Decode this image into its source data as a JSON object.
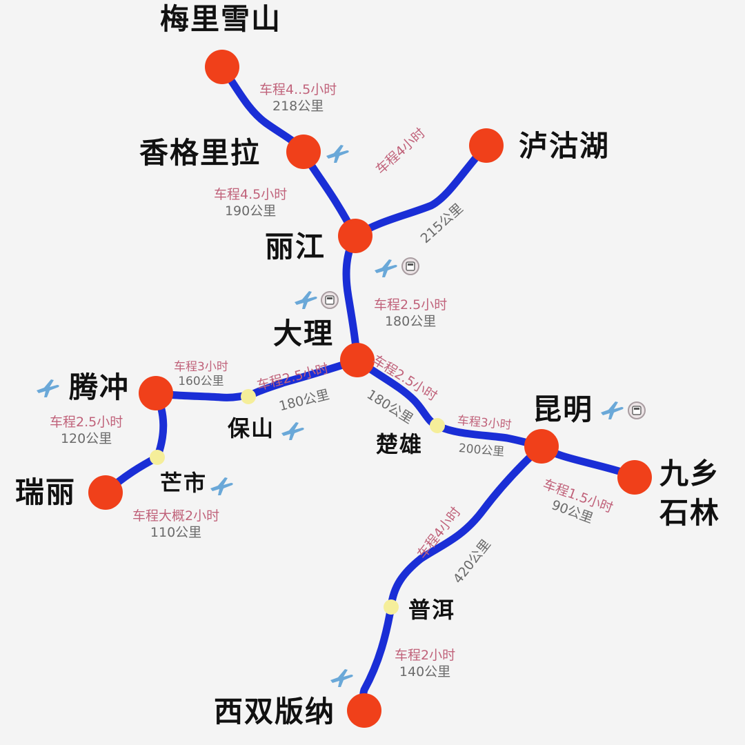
{
  "map": {
    "colors": {
      "background": "#f4f4f4",
      "route": "#1a2ed6",
      "major_city_dot": "#f0401a",
      "minor_city_dot": "#f5ee9a",
      "time_text": "#c0627a",
      "distance_text": "#6a6a6a",
      "plane_icon": "#6aa8d8"
    },
    "cities": {
      "meili": "梅里雪山",
      "shangrila": "香格里拉",
      "lugu": "泸沽湖",
      "lijiang": "丽江",
      "dali": "大理",
      "tengchong": "腾冲",
      "baoshan": "保山",
      "ruili": "瑞丽",
      "mangshi": "芒市",
      "chuxiong": "楚雄",
      "kunming": "昆明",
      "jiuxiang_1": "九乡",
      "jiuxiang_2": "石林",
      "puer": "普洱",
      "xishuangbanna": "西双版纳"
    },
    "routes": {
      "meili_shangrila": {
        "time": "车程4..5小时",
        "distance": "218公里"
      },
      "shangrila_lijiang": {
        "time": "车程4.5小时",
        "distance": "190公里"
      },
      "lijiang_lugu": {
        "time": "车程4小时",
        "distance": "215公里"
      },
      "lijiang_dali": {
        "time": "车程2.5小时",
        "distance": "180公里"
      },
      "dali_baoshan": {
        "time": "车程2.5小时",
        "distance": "180公里"
      },
      "baoshan_tengchong": {
        "time": "车程3小时",
        "distance": "160公里"
      },
      "tengchong_mangshi": {
        "time": "车程2.5小时",
        "distance": "120公里"
      },
      "mangshi_ruili": {
        "time": "车程大概2小时",
        "distance": "110公里"
      },
      "dali_chuxiong": {
        "time": "车程2.5小时",
        "distance": "180公里"
      },
      "chuxiong_kunming": {
        "time": "车程3小时",
        "distance": "200公里"
      },
      "kunming_shilin": {
        "time": "车程1.5小时",
        "distance": "90公里"
      },
      "kunming_puer": {
        "time": "车程4小时",
        "distance": "420公里"
      },
      "puer_banna": {
        "time": "车程2小时",
        "distance": "140公里"
      }
    },
    "icons": {
      "airport": "plane-icon",
      "railway": "train-icon"
    }
  }
}
